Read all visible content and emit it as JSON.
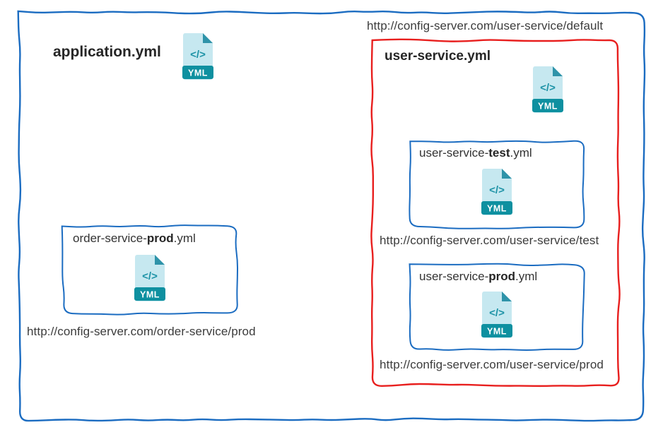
{
  "colors": {
    "outline_blue": "#1b6cc1",
    "outline_red": "#e81f1e",
    "icon_page": "#c6e8f0",
    "icon_fold": "#2e93a9",
    "icon_banner": "#0e90a0",
    "icon_glyph_color": "#1c92a6",
    "title_text": "#262626",
    "url_text": "#3c3c3c"
  },
  "icon": {
    "glyph": "</>",
    "label": "YML"
  },
  "application_file": {
    "label": "application.yml"
  },
  "user_service": {
    "default_url": "http://config-server.com/user-service/default",
    "label": "user-service.yml",
    "test": {
      "name_prefix": "user-service-",
      "name_emphasis": "test",
      "name_suffix": ".yml",
      "url": "http://config-server.com/user-service/test"
    },
    "prod": {
      "name_prefix": "user-service-",
      "name_emphasis": "prod",
      "name_suffix": ".yml",
      "url": "http://config-server.com/user-service/prod"
    }
  },
  "order_service": {
    "prod": {
      "name_prefix": "order-service-",
      "name_emphasis": "prod",
      "name_suffix": ".yml",
      "url": "http://config-server.com/order-service/prod"
    }
  }
}
